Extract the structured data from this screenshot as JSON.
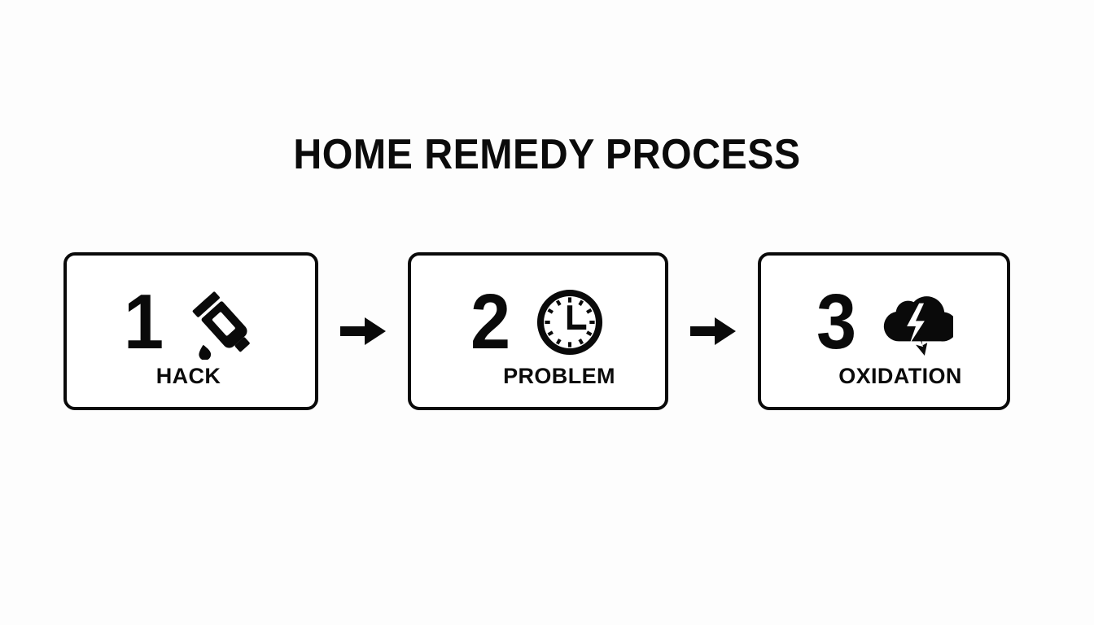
{
  "slide": {
    "title": "HOME REMEDY PROCESS",
    "background_color": "#fdfdfd",
    "ink_color": "#0a0a0a"
  },
  "steps": [
    {
      "number": "1",
      "label": "HACK",
      "icon": "ointment-tube-drop-icon"
    },
    {
      "number": "2",
      "label": "PROBLEM",
      "icon": "clock-icon"
    },
    {
      "number": "3",
      "label": "OXIDATION",
      "icon": "storm-cloud-lightning-icon"
    }
  ],
  "connectors": [
    {
      "icon": "arrow-right-icon"
    },
    {
      "icon": "arrow-right-icon"
    }
  ]
}
